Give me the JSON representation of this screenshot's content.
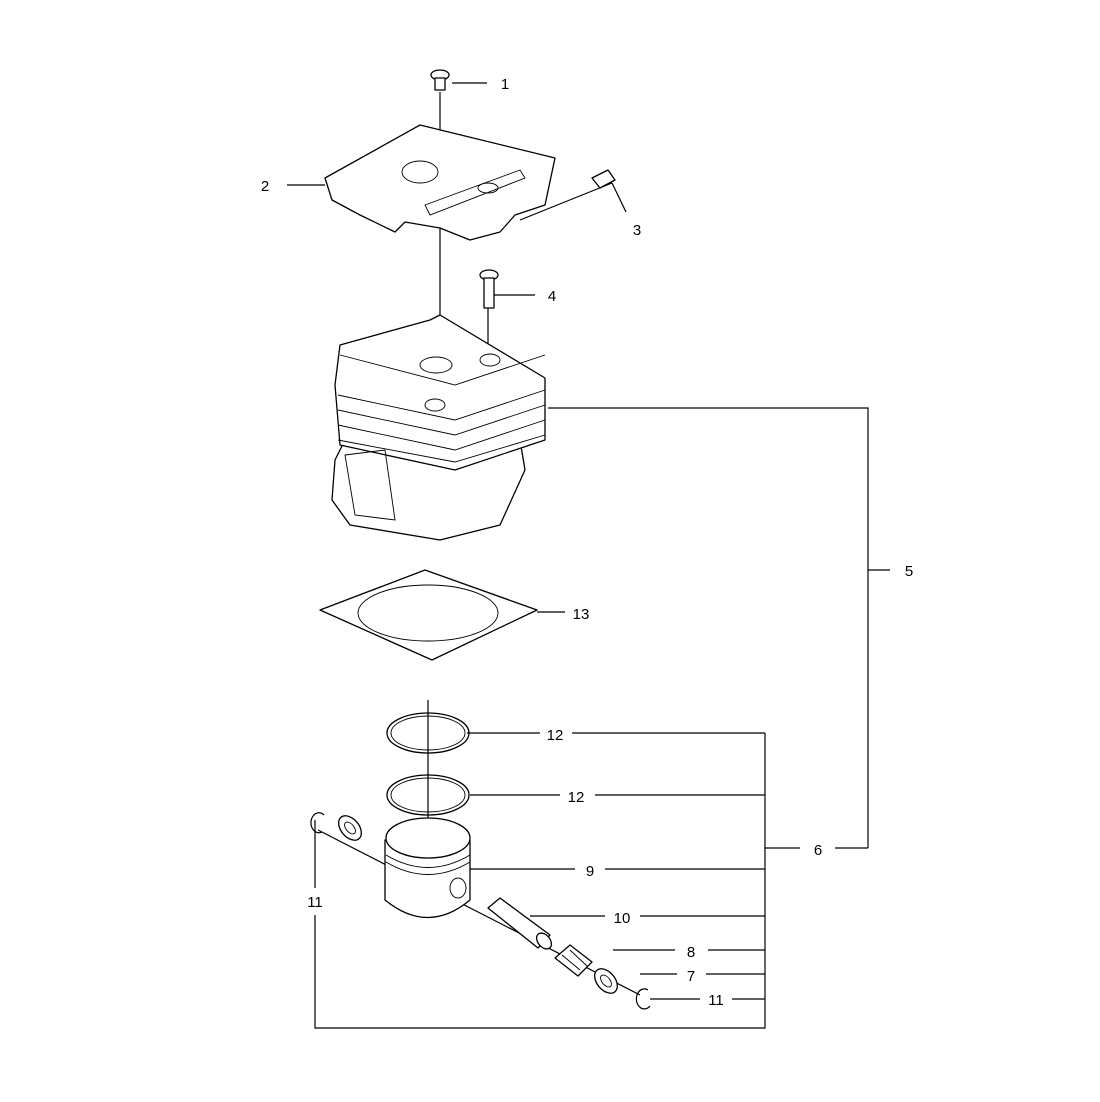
{
  "callouts": [
    {
      "id": "c1",
      "text": "1"
    },
    {
      "id": "c2",
      "text": "2"
    },
    {
      "id": "c3",
      "text": "3"
    },
    {
      "id": "c4",
      "text": "4"
    },
    {
      "id": "c5",
      "text": "5"
    },
    {
      "id": "c13",
      "text": "13"
    },
    {
      "id": "c12a",
      "text": "12"
    },
    {
      "id": "c12b",
      "text": "12"
    },
    {
      "id": "c6",
      "text": "6"
    },
    {
      "id": "c9",
      "text": "9"
    },
    {
      "id": "c11a",
      "text": "11"
    },
    {
      "id": "c10",
      "text": "10"
    },
    {
      "id": "c8",
      "text": "8"
    },
    {
      "id": "c7",
      "text": "7"
    },
    {
      "id": "c11b",
      "text": "11"
    }
  ]
}
